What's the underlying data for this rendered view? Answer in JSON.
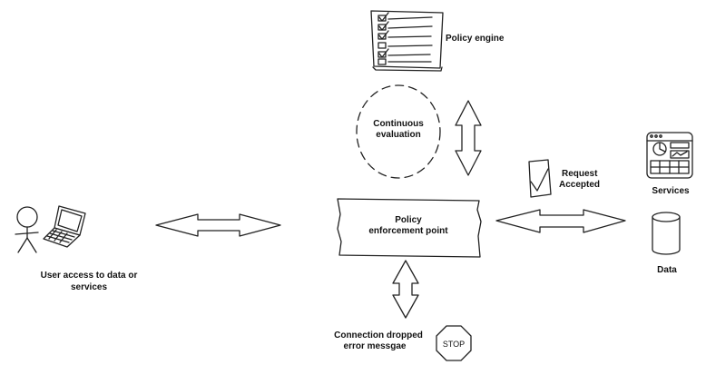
{
  "labels": {
    "policy_engine": "Policy engine",
    "continuous_line1": "Continuous",
    "continuous_line2": "evaluation",
    "pep_line1": "Policy",
    "pep_line2": "enforcement point",
    "request_line1": "Request",
    "request_line2": "Accepted",
    "services": "Services",
    "data": "Data",
    "user_line1": "User access to data or",
    "user_line2": "services",
    "dropped_line1": "Connection dropped",
    "dropped_line2": "error messgae",
    "stop_sign": "STOP"
  },
  "icons": {
    "policy_engine": "checklist-icon",
    "user": "stick-figure-icon",
    "laptop": "laptop-icon",
    "request": "check-document-icon",
    "services": "dashboard-icon",
    "data": "database-cylinder-icon",
    "stop": "stop-sign-icon"
  }
}
